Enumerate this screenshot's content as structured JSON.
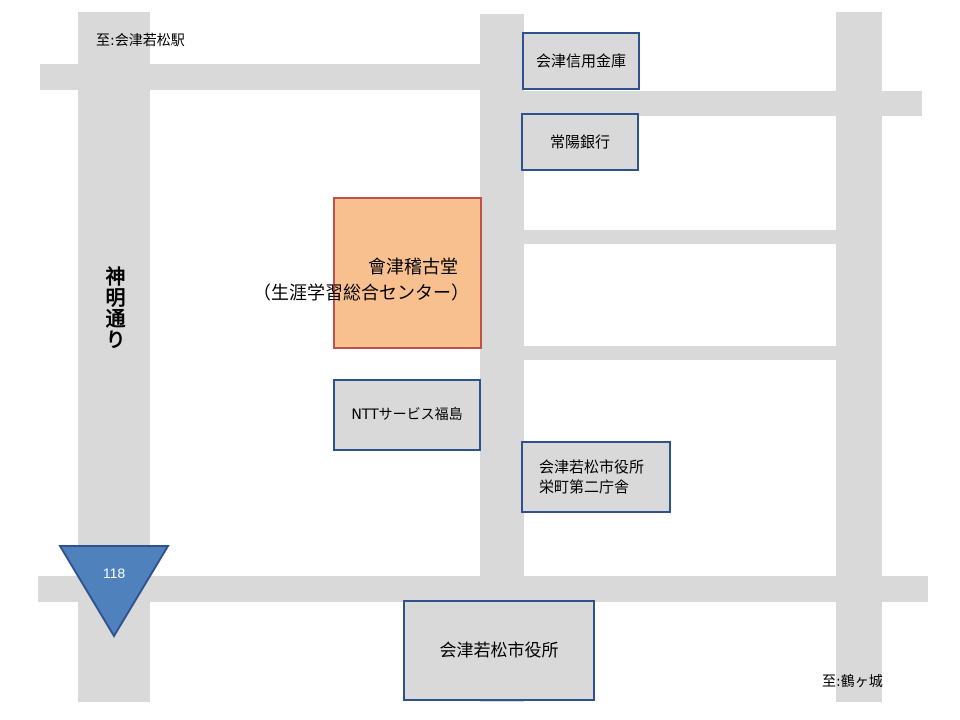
{
  "labels": {
    "to_station": "至:会津若松駅",
    "to_castle": "至:鶴ヶ城",
    "street": "神明通り"
  },
  "buildings": {
    "shinkin": "会津信用金庫",
    "joyo_bank": "常陽銀行",
    "ntt": "NTTサービス福島",
    "sakaemachi_line1": "会津若松市役所",
    "sakaemachi_line2": "栄町第二庁舎",
    "city_hall": "会津若松市役所"
  },
  "destination": {
    "name": "會津稽古堂",
    "subtitle": "（生涯学習総合センター）",
    "fill": "#f8c08f",
    "border": "#c0504d"
  },
  "route": {
    "number": "118",
    "color": "#4f81bd"
  },
  "colors": {
    "road": "#d9d9d9",
    "building_border": "#2f528f"
  }
}
